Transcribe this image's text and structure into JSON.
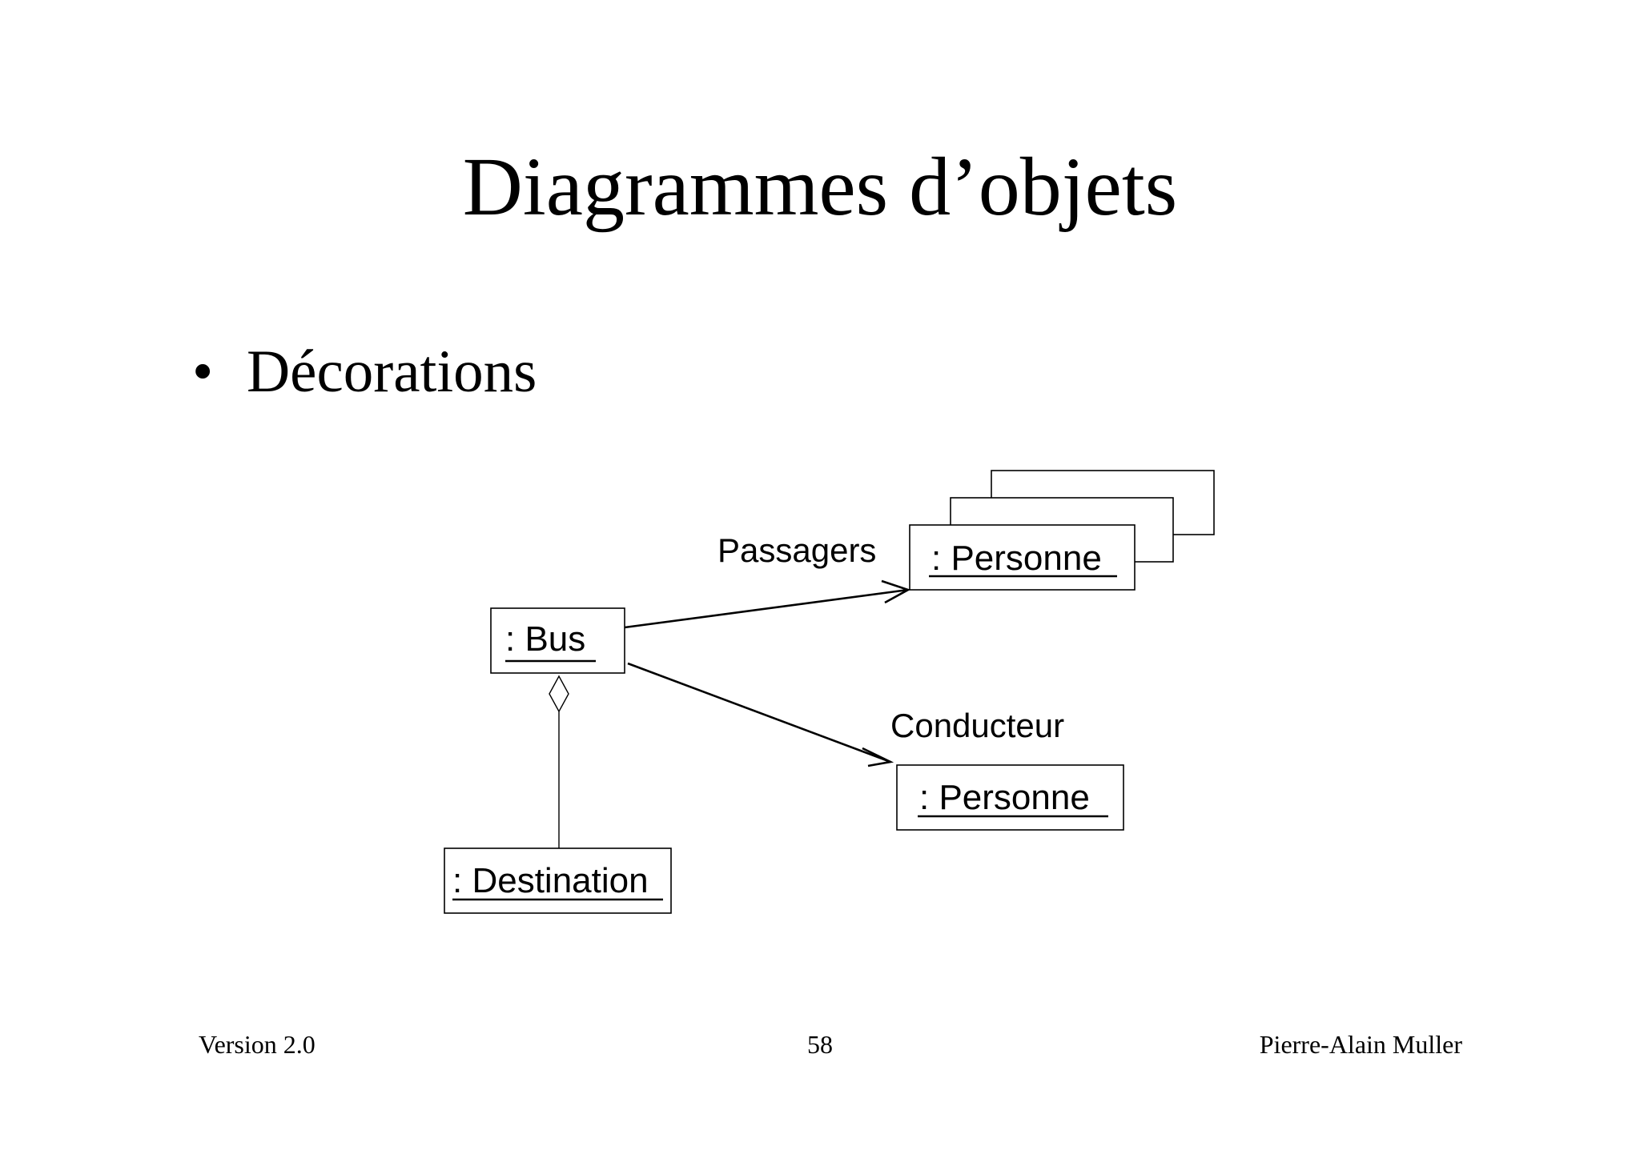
{
  "slide": {
    "title": "Diagrammes d’objets",
    "bullet": {
      "mark": "•",
      "text": "Décorations"
    },
    "footer": {
      "left": "Version 2.0",
      "center": "58",
      "right": "Pierre-Alain Muller"
    }
  },
  "diagram": {
    "objects": {
      "bus": ": Bus",
      "destination": ": Destination",
      "passagers_personne": ": Personne",
      "conducteur_personne": ": Personne"
    },
    "roles": {
      "passagers": "Passagers",
      "conducteur": "Conducteur"
    },
    "relations": [
      {
        "from": ": Bus",
        "to": ": Personne",
        "role": "Passagers",
        "kind": "navigable-association",
        "multi_object": true
      },
      {
        "from": ": Bus",
        "to": ": Personne",
        "role": "Conducteur",
        "kind": "navigable-association",
        "multi_object": false
      },
      {
        "from": ": Destination",
        "to": ": Bus",
        "kind": "aggregation"
      }
    ]
  }
}
